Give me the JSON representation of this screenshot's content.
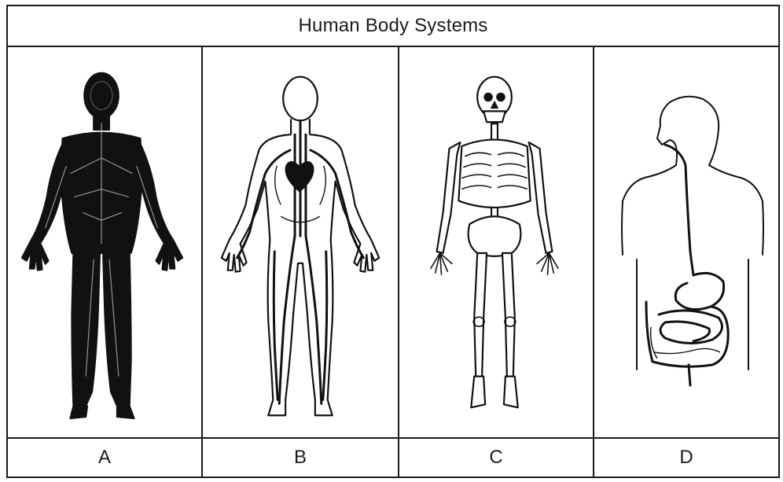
{
  "table": {
    "title": "Human Body Systems",
    "panels": [
      {
        "label": "A",
        "figure": "nervous-system-figure"
      },
      {
        "label": "B",
        "figure": "circulatory-system-figure"
      },
      {
        "label": "C",
        "figure": "skeletal-system-figure"
      },
      {
        "label": "D",
        "figure": "digestive-system-figure"
      }
    ]
  },
  "colors": {
    "ink": "#1a1a1a",
    "paper": "#ffffff"
  }
}
